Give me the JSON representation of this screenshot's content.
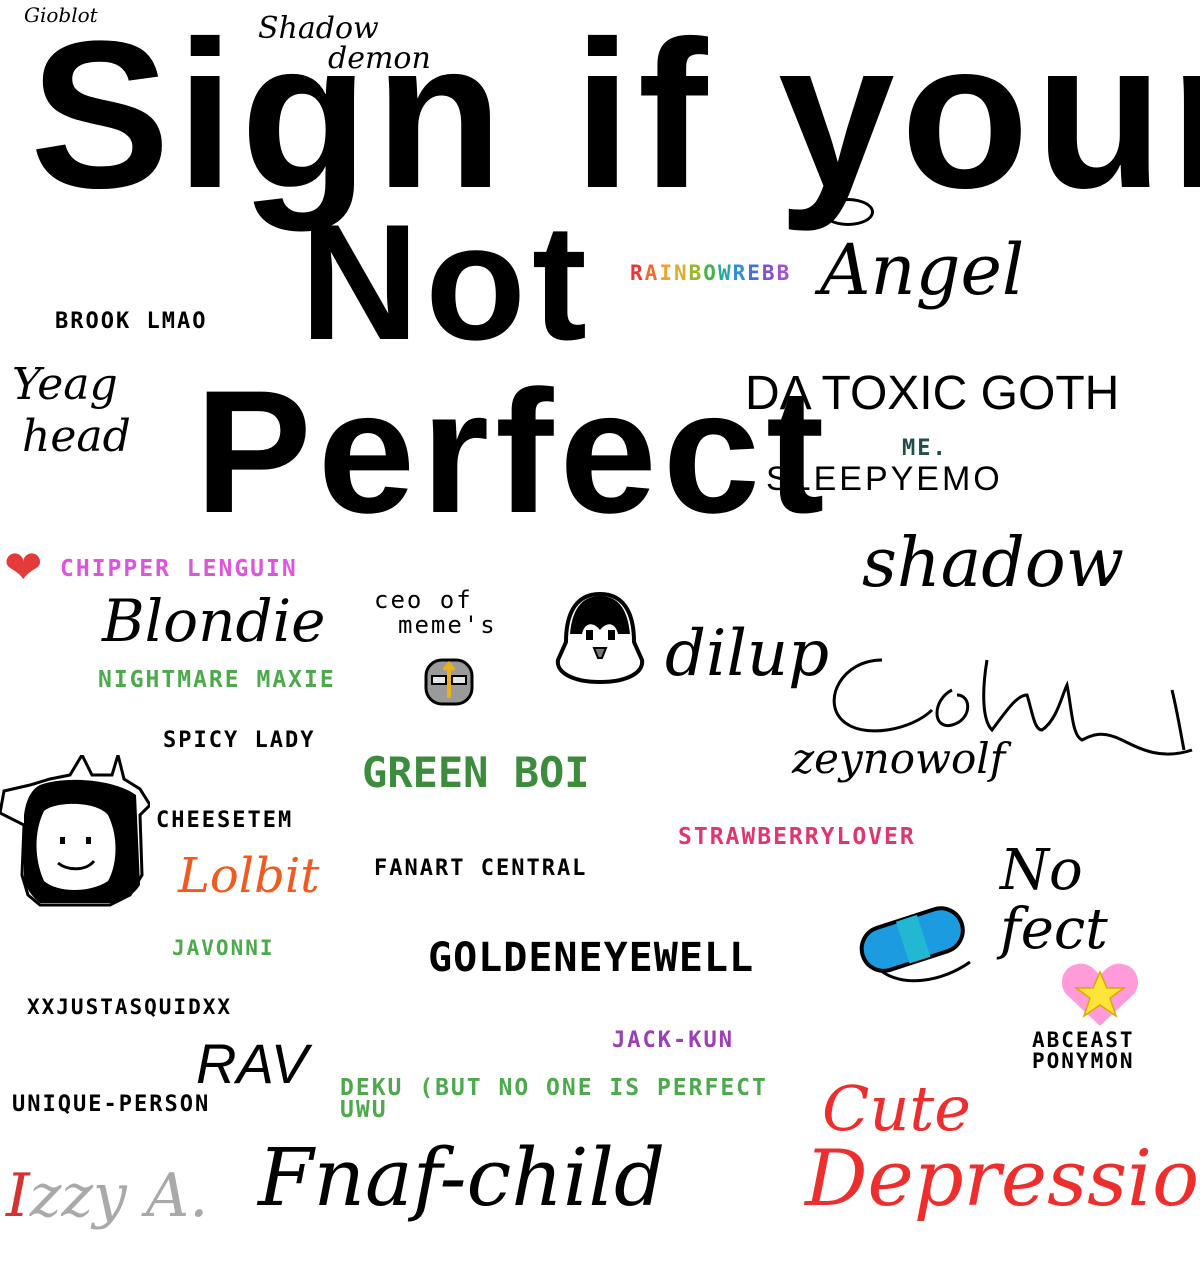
{
  "title": {
    "line1": "Sign if your",
    "line2": "Not",
    "line3": "Perfect"
  },
  "signatures": {
    "gioblot": "Gioblot",
    "shadow_demon_line1": "Shadow",
    "shadow_demon_line2": "demon",
    "rainbow_letters": [
      {
        "char": "R",
        "color": "#e53935"
      },
      {
        "char": "A",
        "color": "#f06a2c"
      },
      {
        "char": "I",
        "color": "#f2a12c"
      },
      {
        "char": "N",
        "color": "#d8b12a"
      },
      {
        "char": "B",
        "color": "#9ab62a"
      },
      {
        "char": "O",
        "color": "#4caf50"
      },
      {
        "char": "W",
        "color": "#2aa6a0"
      },
      {
        "char": "R",
        "color": "#2f8fd8"
      },
      {
        "char": "E",
        "color": "#4a6ee0"
      },
      {
        "char": "B",
        "color": "#7b52d6"
      },
      {
        "char": "B",
        "color": "#a24fd0"
      }
    ],
    "angel": "Angel",
    "brook": "BROOK LMAO",
    "yeag_line1": "Yeag",
    "yeag_line2": "head",
    "toxic_goth": "DA TOXIC GOTH",
    "me": "ME.",
    "sleepy_emo": "SLEEPYEMO",
    "heart_glyph": "❤",
    "chipper": "CHIPPER LENGUIN",
    "shadow": "shadow",
    "blondie": "Blondie",
    "ceo_line1": "ceo of",
    "ceo_line2": "meme's",
    "dilup": "dilup",
    "nightmare": "NIGHTMARE MAXIE",
    "spicy": "SPICY LADY",
    "green_boi": "GREEN BOI",
    "zeyno": "zeynowolf",
    "cheesetem": "CHEESETEM",
    "strawberry": "STRAWBERRYLOVER",
    "lolbit": "Lolbit",
    "fanart": "FANART CENTRAL",
    "no_line1": "No",
    "no_line2": "fect",
    "javonni": "JAVONNI",
    "golden": "GOLDENEYEWELL",
    "xxjust": "XXJUSTASQUIDXX",
    "jackkun": "JACK-KUN",
    "abceast_line1": "ABCEAST",
    "abceast_line2": "PONYMON",
    "rav": "RAV",
    "unique": "UNIQUE-PERSON",
    "deku_line1": "DEKU (BUT NO ONE IS PERFECT",
    "deku_line2": "UWU",
    "cute": "Cute",
    "depression": "Depression",
    "izzy_i": "I",
    "izzy_rest": "zzy A.",
    "fnaf": "Fnaf-child"
  },
  "icons": [
    "red-heart-icon",
    "penguin-icon",
    "face-icon",
    "temmie-icon",
    "pill-icon",
    "pink-heart-star-icon",
    "halo-icon"
  ]
}
